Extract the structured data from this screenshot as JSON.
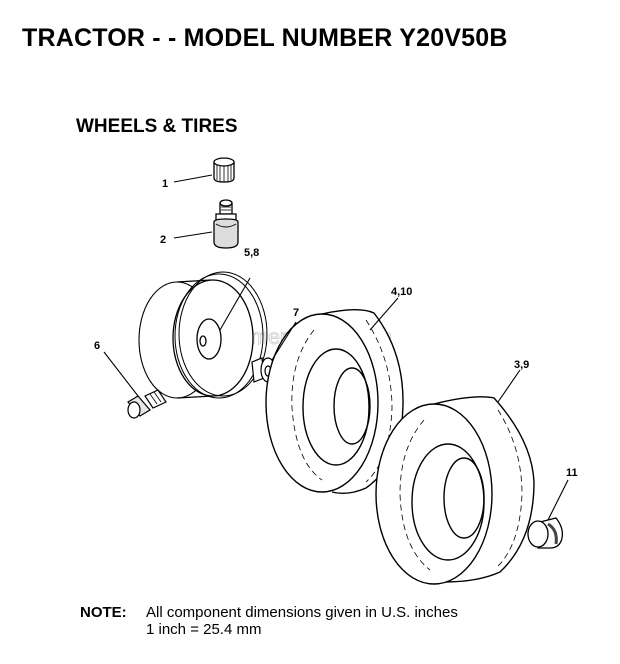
{
  "title": "TRACTOR - - MODEL NUMBER Y20V50B",
  "section": "WHEELS & TIRES",
  "watermark": "eReplacementParts.com",
  "callouts": [
    {
      "id": "c1",
      "label": "1"
    },
    {
      "id": "c2",
      "label": "2"
    },
    {
      "id": "c58",
      "label": "5,8"
    },
    {
      "id": "c7",
      "label": "7"
    },
    {
      "id": "c410",
      "label": "4,10"
    },
    {
      "id": "c6",
      "label": "6"
    },
    {
      "id": "c39",
      "label": "3,9"
    },
    {
      "id": "c11",
      "label": "11"
    }
  ],
  "note": {
    "label": "NOTE:",
    "line1": "All component dimensions given in U.S. inches",
    "line2": "1 inch = 25.4 mm"
  }
}
